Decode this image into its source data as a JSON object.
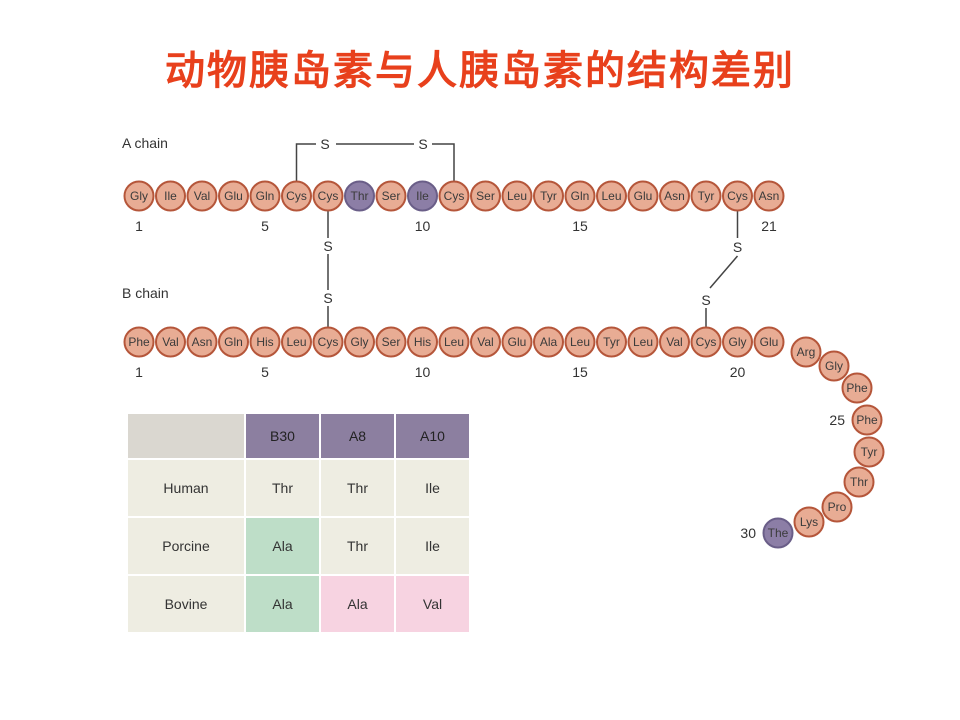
{
  "title": "动物胰岛素与人胰岛素的结构差别",
  "colors": {
    "title": "#e8401c",
    "bead": "#e8ac94",
    "bead_mutation": "#8c7ea6",
    "table_header": "#8c7fa0",
    "table_green": "#bedec8",
    "table_pink": "#f7d3e1"
  },
  "diagram": {
    "a_chain": {
      "label": "A chain",
      "residues": [
        "Gly",
        "Ile",
        "Val",
        "Glu",
        "Gln",
        "Cys",
        "Cys",
        "Thr",
        "Ser",
        "Ile",
        "Cys",
        "Ser",
        "Leu",
        "Tyr",
        "Gln",
        "Leu",
        "Glu",
        "Asn",
        "Tyr",
        "Cys",
        "Asn"
      ],
      "highlighted": [
        8,
        10
      ],
      "indices": [
        {
          "pos": 1,
          "label": "1"
        },
        {
          "pos": 5,
          "label": "5"
        },
        {
          "pos": 10,
          "label": "10"
        },
        {
          "pos": 15,
          "label": "15"
        },
        {
          "pos": 21,
          "label": "21"
        }
      ]
    },
    "b_chain": {
      "label": "B chain",
      "residues": [
        "Phe",
        "Val",
        "Asn",
        "Gln",
        "His",
        "Leu",
        "Cys",
        "Gly",
        "Ser",
        "His",
        "Leu",
        "Val",
        "Glu",
        "Ala",
        "Leu",
        "Tyr",
        "Leu",
        "Val",
        "Cys",
        "Gly",
        "Glu",
        "Arg",
        "Gly",
        "Phe",
        "Phe",
        "Tyr",
        "Thr",
        "Pro",
        "Lys",
        "The"
      ],
      "highlighted": [
        30
      ],
      "indices": [
        {
          "pos": 1,
          "label": "1"
        },
        {
          "pos": 5,
          "label": "5"
        },
        {
          "pos": 10,
          "label": "10"
        },
        {
          "pos": 15,
          "label": "15"
        },
        {
          "pos": 20,
          "label": "20"
        },
        {
          "pos": 25,
          "label": "25"
        },
        {
          "pos": 30,
          "label": "30"
        }
      ]
    },
    "sulfur_label": "S"
  },
  "table": {
    "headers": [
      "",
      "B30",
      "A8",
      "A10"
    ],
    "rows": [
      {
        "species": "Human",
        "cells": [
          {
            "text": "Thr",
            "tint": ""
          },
          {
            "text": "Thr",
            "tint": ""
          },
          {
            "text": "Ile",
            "tint": ""
          }
        ]
      },
      {
        "species": "Porcine",
        "cells": [
          {
            "text": "Ala",
            "tint": "green"
          },
          {
            "text": "Thr",
            "tint": ""
          },
          {
            "text": "Ile",
            "tint": ""
          }
        ]
      },
      {
        "species": "Bovine",
        "cells": [
          {
            "text": "Ala",
            "tint": "green"
          },
          {
            "text": "Ala",
            "tint": "pink"
          },
          {
            "text": "Val",
            "tint": "pink"
          }
        ]
      }
    ]
  }
}
